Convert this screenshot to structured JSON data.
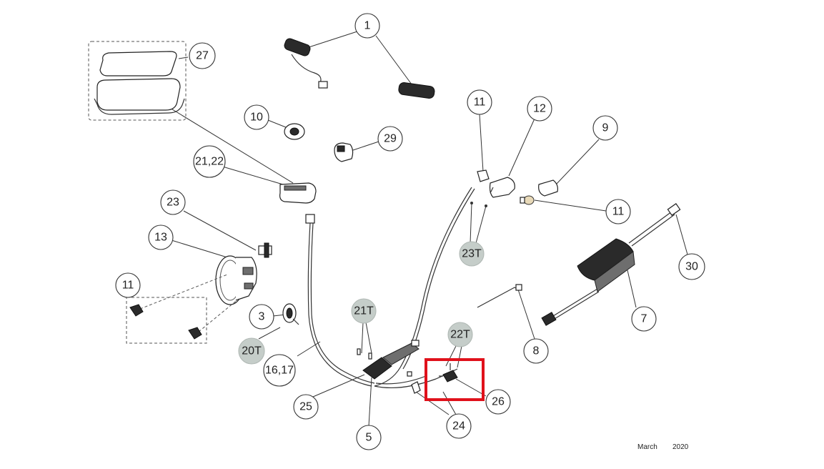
{
  "callouts": [
    {
      "id": "1",
      "label": "1",
      "style": "plain"
    },
    {
      "id": "27",
      "label": "27",
      "style": "plain"
    },
    {
      "id": "10",
      "label": "10",
      "style": "plain"
    },
    {
      "id": "29",
      "label": "29",
      "style": "plain"
    },
    {
      "id": "21-22",
      "label": "21,22",
      "style": "plain"
    },
    {
      "id": "11-top",
      "label": "11",
      "style": "plain"
    },
    {
      "id": "12",
      "label": "12",
      "style": "plain"
    },
    {
      "id": "9",
      "label": "9",
      "style": "plain"
    },
    {
      "id": "23",
      "label": "23",
      "style": "plain"
    },
    {
      "id": "11-right",
      "label": "11",
      "style": "plain"
    },
    {
      "id": "13",
      "label": "13",
      "style": "plain"
    },
    {
      "id": "23t",
      "label": "23T",
      "style": "torque"
    },
    {
      "id": "30",
      "label": "30",
      "style": "plain"
    },
    {
      "id": "11-left",
      "label": "11",
      "style": "plain"
    },
    {
      "id": "21t",
      "label": "21T",
      "style": "torque"
    },
    {
      "id": "3",
      "label": "3",
      "style": "plain"
    },
    {
      "id": "7",
      "label": "7",
      "style": "plain"
    },
    {
      "id": "22t",
      "label": "22T",
      "style": "torque"
    },
    {
      "id": "20t",
      "label": "20T",
      "style": "torque"
    },
    {
      "id": "8",
      "label": "8",
      "style": "plain"
    },
    {
      "id": "16-17",
      "label": "16,17",
      "style": "plain"
    },
    {
      "id": "26",
      "label": "26",
      "style": "plain"
    },
    {
      "id": "25",
      "label": "25",
      "style": "plain"
    },
    {
      "id": "24",
      "label": "24",
      "style": "plain"
    },
    {
      "id": "5",
      "label": "5",
      "style": "plain"
    }
  ],
  "footer": {
    "month": "March",
    "year": "2020"
  },
  "highlight": {
    "target": "26",
    "color": "#e0111b"
  }
}
